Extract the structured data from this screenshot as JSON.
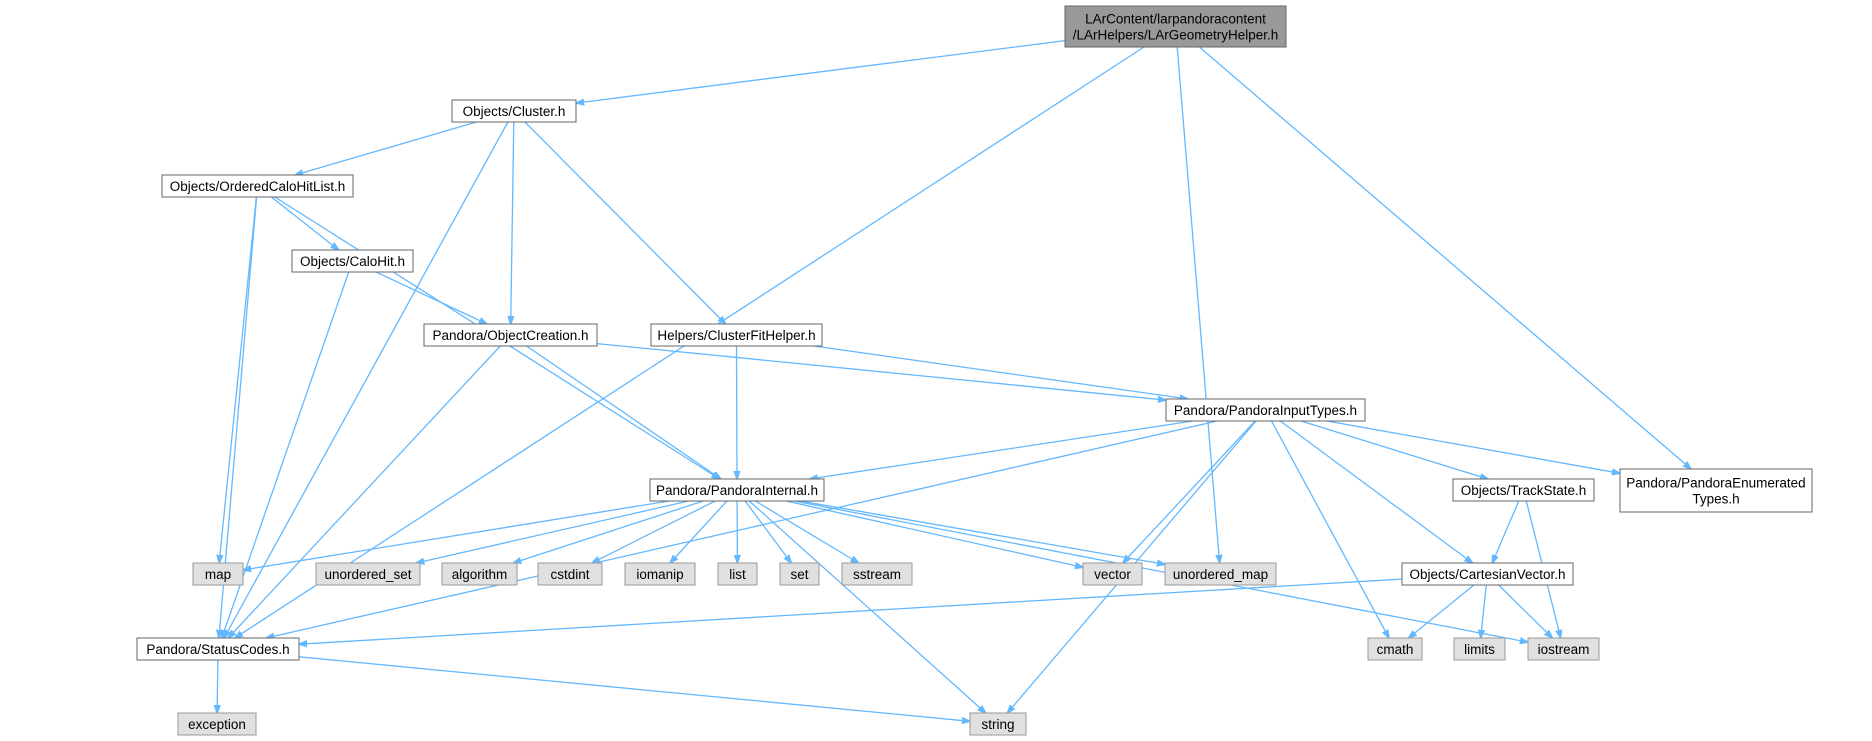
{
  "colors": {
    "edge": "#63b8ff",
    "root_fill": "#999999",
    "root_stroke": "#666666",
    "header_fill": "#ffffff",
    "header_stroke": "#666666",
    "external_fill": "#e0e0e0",
    "external_stroke": "#999999",
    "background": "#ffffff"
  },
  "nodes": {
    "root": {
      "label_lines": [
        "LArContent/larpandoracontent",
        "/LArHelpers/LArGeometryHelper.h"
      ],
      "kind": "root"
    },
    "cluster": {
      "label_lines": [
        "Objects/Cluster.h"
      ],
      "kind": "header"
    },
    "ordered": {
      "label_lines": [
        "Objects/OrderedCaloHitList.h"
      ],
      "kind": "header"
    },
    "calohit": {
      "label_lines": [
        "Objects/CaloHit.h"
      ],
      "kind": "header"
    },
    "objcreation": {
      "label_lines": [
        "Pandora/ObjectCreation.h"
      ],
      "kind": "header"
    },
    "clusterfit": {
      "label_lines": [
        "Helpers/ClusterFitHelper.h"
      ],
      "kind": "header"
    },
    "inputtypes": {
      "label_lines": [
        "Pandora/PandoraInputTypes.h"
      ],
      "kind": "header"
    },
    "internal": {
      "label_lines": [
        "Pandora/PandoraInternal.h"
      ],
      "kind": "header"
    },
    "trackstate": {
      "label_lines": [
        "Objects/TrackState.h"
      ],
      "kind": "header"
    },
    "enumerated": {
      "label_lines": [
        "Pandora/PandoraEnumerated",
        "Types.h"
      ],
      "kind": "header"
    },
    "cartesian": {
      "label_lines": [
        "Objects/CartesianVector.h"
      ],
      "kind": "header"
    },
    "statuscodes": {
      "label_lines": [
        "Pandora/StatusCodes.h"
      ],
      "kind": "header"
    },
    "map": {
      "label_lines": [
        "map"
      ],
      "kind": "external"
    },
    "unordered_set": {
      "label_lines": [
        "unordered_set"
      ],
      "kind": "external"
    },
    "algorithm": {
      "label_lines": [
        "algorithm"
      ],
      "kind": "external"
    },
    "cstdint": {
      "label_lines": [
        "cstdint"
      ],
      "kind": "external"
    },
    "iomanip": {
      "label_lines": [
        "iomanip"
      ],
      "kind": "external"
    },
    "list": {
      "label_lines": [
        "list"
      ],
      "kind": "external"
    },
    "set": {
      "label_lines": [
        "set"
      ],
      "kind": "external"
    },
    "sstream": {
      "label_lines": [
        "sstream"
      ],
      "kind": "external"
    },
    "vector": {
      "label_lines": [
        "vector"
      ],
      "kind": "external"
    },
    "unordered_map": {
      "label_lines": [
        "unordered_map"
      ],
      "kind": "external"
    },
    "cmath": {
      "label_lines": [
        "cmath"
      ],
      "kind": "external"
    },
    "limits": {
      "label_lines": [
        "limits"
      ],
      "kind": "external"
    },
    "iostream": {
      "label_lines": [
        "iostream"
      ],
      "kind": "external"
    },
    "exception": {
      "label_lines": [
        "exception"
      ],
      "kind": "external"
    },
    "string": {
      "label_lines": [
        "string"
      ],
      "kind": "external"
    }
  },
  "edges": [
    [
      "root",
      "cluster"
    ],
    [
      "root",
      "statuscodes"
    ],
    [
      "root",
      "enumerated"
    ],
    [
      "root",
      "unordered_map"
    ],
    [
      "cluster",
      "ordered"
    ],
    [
      "cluster",
      "objcreation"
    ],
    [
      "cluster",
      "clusterfit"
    ],
    [
      "cluster",
      "statuscodes"
    ],
    [
      "ordered",
      "calohit"
    ],
    [
      "ordered",
      "map"
    ],
    [
      "ordered",
      "statuscodes"
    ],
    [
      "ordered",
      "internal"
    ],
    [
      "calohit",
      "objcreation"
    ],
    [
      "calohit",
      "statuscodes"
    ],
    [
      "objcreation",
      "inputtypes"
    ],
    [
      "objcreation",
      "internal"
    ],
    [
      "objcreation",
      "statuscodes"
    ],
    [
      "clusterfit",
      "internal"
    ],
    [
      "clusterfit",
      "inputtypes"
    ],
    [
      "inputtypes",
      "internal"
    ],
    [
      "inputtypes",
      "statuscodes"
    ],
    [
      "inputtypes",
      "vector"
    ],
    [
      "inputtypes",
      "string"
    ],
    [
      "inputtypes",
      "cmath"
    ],
    [
      "inputtypes",
      "cartesian"
    ],
    [
      "inputtypes",
      "trackstate"
    ],
    [
      "inputtypes",
      "enumerated"
    ],
    [
      "internal",
      "map"
    ],
    [
      "internal",
      "unordered_set"
    ],
    [
      "internal",
      "algorithm"
    ],
    [
      "internal",
      "cstdint"
    ],
    [
      "internal",
      "iomanip"
    ],
    [
      "internal",
      "list"
    ],
    [
      "internal",
      "set"
    ],
    [
      "internal",
      "sstream"
    ],
    [
      "internal",
      "vector"
    ],
    [
      "internal",
      "unordered_map"
    ],
    [
      "internal",
      "string"
    ],
    [
      "internal",
      "iostream"
    ],
    [
      "trackstate",
      "cartesian"
    ],
    [
      "trackstate",
      "iostream"
    ],
    [
      "cartesian",
      "statuscodes"
    ],
    [
      "cartesian",
      "cmath"
    ],
    [
      "cartesian",
      "limits"
    ],
    [
      "cartesian",
      "iostream"
    ],
    [
      "statuscodes",
      "exception"
    ],
    [
      "statuscodes",
      "string"
    ]
  ]
}
